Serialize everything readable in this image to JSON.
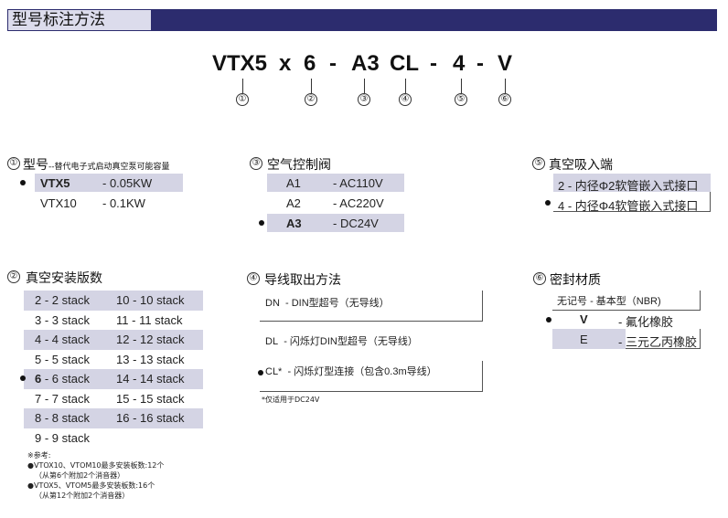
{
  "header": {
    "title": "型号标注方法"
  },
  "model_code": {
    "parts": [
      "VTX5",
      "x",
      "6",
      "-",
      "A3",
      "CL",
      "-",
      "4",
      "-",
      "V"
    ],
    "markers": [
      "①",
      "②",
      "③",
      "④",
      "⑤",
      "⑥"
    ]
  },
  "sec1": {
    "marker": "①",
    "title": "型号",
    "subtitle": "--替代电子式启动真空泵可能容量",
    "rows": [
      {
        "model": "VTX5",
        "value": "- 0.05KW"
      },
      {
        "model": "VTX10",
        "value": "- 0.1KW"
      }
    ]
  },
  "sec2": {
    "marker": "②",
    "title": "真空安装版数",
    "left": [
      {
        "code": "2",
        "label": "- 2 stack"
      },
      {
        "code": "3",
        "label": "- 3 stack"
      },
      {
        "code": "4",
        "label": "- 4 stack"
      },
      {
        "code": "5",
        "label": "- 5 stack"
      },
      {
        "code": "6",
        "label": "- 6 stack"
      },
      {
        "code": "7",
        "label": "- 7 stack"
      },
      {
        "code": "8",
        "label": "- 8 stack"
      },
      {
        "code": "9",
        "label": "- 9 stack"
      }
    ],
    "right": [
      {
        "code": "10",
        "label": "- 10 stack"
      },
      {
        "code": "11",
        "label": "- 11 stack"
      },
      {
        "code": "12",
        "label": "- 12 stack"
      },
      {
        "code": "13",
        "label": "- 13 stack"
      },
      {
        "code": "14",
        "label": "- 14 stack"
      },
      {
        "code": "15",
        "label": "- 15 stack"
      },
      {
        "code": "16",
        "label": "- 16 stack"
      }
    ],
    "notes": [
      "※参考:",
      "●VTOX10、VTOM10最多安装板数:12个",
      "（从第6个附加2个消音器）",
      "●VTOX5、VTOM5最多安装板数:16个",
      "（从第12个附加2个消音器）"
    ]
  },
  "sec3": {
    "marker": "③",
    "title": "空气控制阀",
    "rows": [
      {
        "code": "A1",
        "value": "- AC110V"
      },
      {
        "code": "A2",
        "value": "- AC220V"
      },
      {
        "code": "A3",
        "value": "- DC24V"
      }
    ]
  },
  "sec4": {
    "marker": "④",
    "title": "导线取出方法",
    "rows": [
      {
        "code": "DN",
        "value": "-  DIN型超号（无导线）"
      },
      {
        "code": "DL",
        "value": "-  闪烁灯DIN型超号（无导线）"
      },
      {
        "code": "CL*",
        "value": "-  闪烁灯型连接（包含0.3m导线）"
      }
    ],
    "note": "*仅适用于DC24V"
  },
  "sec5": {
    "marker": "⑤",
    "title": "真空吸入端",
    "rows": [
      "2 - 内径Φ2软管嵌入式接口",
      "4 - 内径Φ4软管嵌入式接口"
    ]
  },
  "sec6": {
    "marker": "⑥",
    "title": "密封材质",
    "rows": [
      {
        "code": "无记号",
        "value": "- 基本型（NBR)"
      },
      {
        "code": "V",
        "value": "- 氟化橡胶"
      },
      {
        "code": "E",
        "value": "- 三元乙丙橡胶"
      }
    ]
  }
}
